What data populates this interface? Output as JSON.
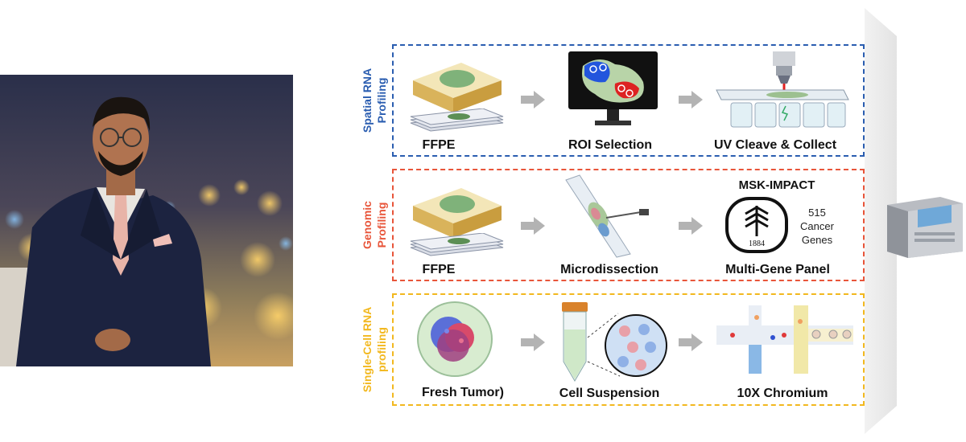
{
  "rows": [
    {
      "label_line1": "Spatial RNA",
      "label_line2": "Profiling",
      "color": "#2a5db0",
      "steps": [
        "FFPE",
        "ROI Selection",
        "UV Cleave & Collect"
      ]
    },
    {
      "label_line1": "Genomic",
      "label_line2": "Profiling",
      "color": "#e8553a",
      "steps": [
        "FFPE",
        "Microdissection",
        "Multi-Gene Panel"
      ]
    },
    {
      "label_line1": "Single-Cell RNA",
      "label_line2": "profiling",
      "color": "#f2b81f",
      "steps": [
        "Fresh Tumor)",
        "Cell Suspension",
        "10X Chromium"
      ]
    }
  ],
  "msk": {
    "title": "MSK-IMPACT",
    "year": "1884",
    "count": "515",
    "line2": "Cancer",
    "line3": "Genes"
  },
  "colors": {
    "spatial": "#2a5db0",
    "genomic": "#e8553a",
    "single_cell": "#f2b81f",
    "arrow": "#b3b3b3",
    "suit": "#1c2340"
  },
  "icons": [
    "portrait-photo",
    "ffpe-block-icon",
    "slides-icon",
    "monitor-icon",
    "microscope-icon",
    "microdissection-slide-icon",
    "msk-logo-icon",
    "tumor-cell-icon",
    "tube-icon",
    "chromium-chip-icon",
    "sequencer-icon"
  ]
}
